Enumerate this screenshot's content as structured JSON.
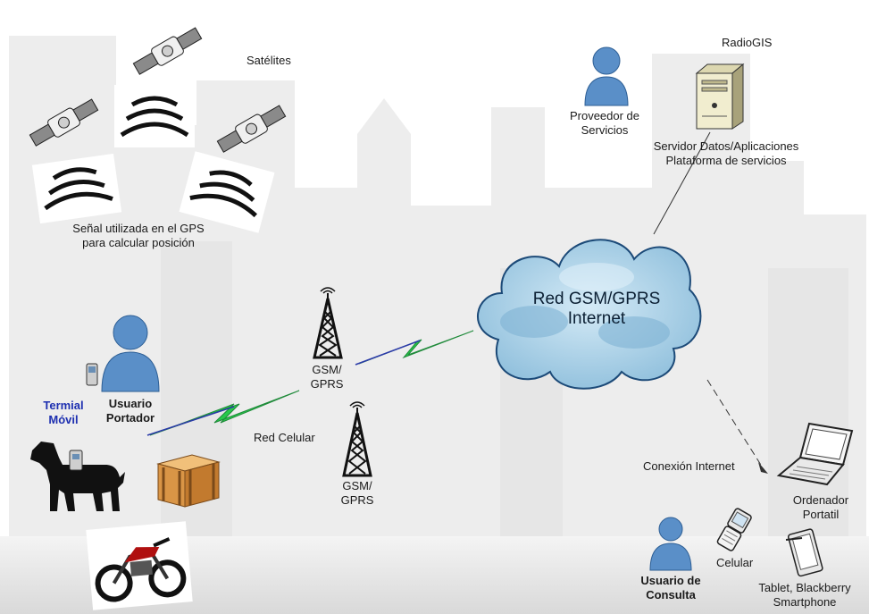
{
  "labels": {
    "satellites": "Satélites",
    "gps_signal_line1": "Señal utilizada en el GPS",
    "gps_signal_line2": "para calcular posición",
    "provider_line1": "Proveedor de",
    "provider_line2": "Servicios",
    "radiogis": "RadioGIS",
    "server_line1": "Servidor Datos/Aplicaciones",
    "server_line2": "Plataforma de servicios",
    "cloud_line1": "Red GSM/GPRS",
    "cloud_line2": "Internet",
    "tower1_line1": "GSM/",
    "tower1_line2": "GPRS",
    "tower2_line1": "GSM/",
    "tower2_line2": "GPRS",
    "cellular_network": "Red Celular",
    "mobile_terminal_line1": "Termial",
    "mobile_terminal_line2": "Móvil",
    "carrier_user_line1": "Usuario",
    "carrier_user_line2": "Portador",
    "internet_connection": "Conexión Internet",
    "laptop_line1": "Ordenador",
    "laptop_line2": "Portatil",
    "cellphone": "Celular",
    "query_user_line1": "Usuario de",
    "query_user_line2": "Consulta",
    "tablet_line1": "Tablet, Blackberry",
    "tablet_line2": "Smartphone"
  },
  "colors": {
    "person": "#5a8fc8",
    "cloud": "#a9cfe6",
    "lightning": "#27c94a",
    "terminal_text": "#1d2fb0"
  }
}
